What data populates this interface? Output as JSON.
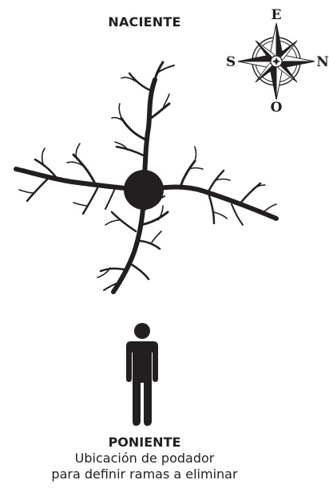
{
  "top_label": "NACIENTE",
  "compass": {
    "north_label": "E",
    "east_label": "N",
    "south_label": "O",
    "west_label": "S"
  },
  "bottom": {
    "title": "PONIENTE",
    "line1": "Ubicación de podador",
    "line2": "para definir ramas a eliminar"
  }
}
